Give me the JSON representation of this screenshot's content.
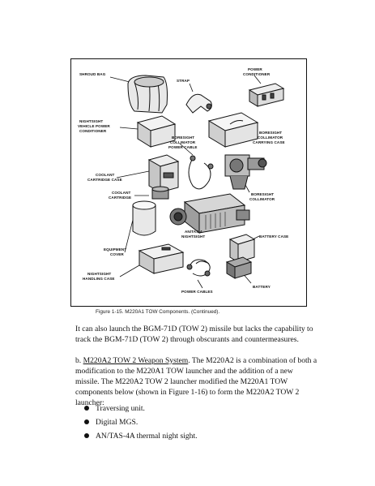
{
  "figure": {
    "labels": {
      "shroud_bag": "SHROUD BAG",
      "strap": "STRAP",
      "power_conditioner_1": "POWER",
      "power_conditioner_2": "CONDITIONER",
      "nightsight_vpc_1": "NIGHTSIGHT",
      "nightsight_vpc_2": "VEHICLE POWER",
      "nightsight_vpc_3": "CONDITIONER",
      "boresight_power_cable_1": "BORESIGHT",
      "boresight_power_cable_2": "COLLIMATOR",
      "boresight_power_cable_3": "POWER CABLE",
      "boresight_carrying_case_1": "BORESIGHT",
      "boresight_carrying_case_2": "COLLIMATOR",
      "boresight_carrying_case_3": "CARRYING CASE",
      "coolant_cartridge_case_1": "COOLANT",
      "coolant_cartridge_case_2": "CARTRIDGE CASE",
      "coolant_cartridge_1": "COOLANT",
      "coolant_cartridge_2": "CARTRIDGE",
      "boresight_collimator_1": "BORESIGHT",
      "boresight_collimator_2": "COLLIMATOR",
      "equipment_cover_1": "EQUIPMENT",
      "equipment_cover_2": "COVER",
      "night_sight_1": "AN/TAS-4",
      "night_sight_2": "NIGHTSIGHT",
      "battery_case": "BATTERY CASE",
      "handling_case_1": "NIGHTSIGHT",
      "handling_case_2": "HANDLING CASE",
      "power_cables": "POWER CABLES",
      "battery": "BATTERY"
    },
    "caption": "Figure 1-15.   M220A1 TOW Components. (Continued)."
  },
  "body": {
    "paragraph1": "It can also launch the BGM-71D (TOW 2) missile but lacks the capability to track the BGM-71D (TOW 2) through obscurants and countermeasures.",
    "paragraph2_prefix": "b. ",
    "paragraph2_heading": "M220A2 TOW 2 Weapon System",
    "paragraph2_text": ". The M220A2 is a combination of both a modification to the M220A1 TOW launcher and the addition of a new missile. The M220A2 TOW 2 launcher modified the M220A1 TOW components below (shown in Figure 1-16) to form the M220A2 TOW 2 launcher:",
    "bullets": [
      "Traversing unit.",
      "Digital MGS.",
      "AN/TAS-4A thermal night sight."
    ]
  }
}
